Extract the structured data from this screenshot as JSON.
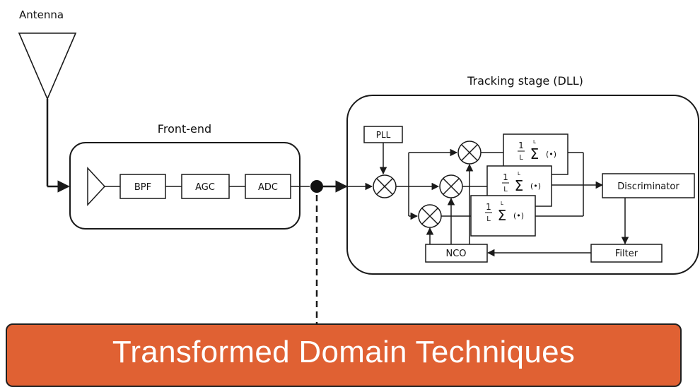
{
  "labels": {
    "antenna": "Antenna",
    "front_end": "Front-end",
    "tracking_stage": "Tracking stage (DLL)"
  },
  "blocks": {
    "bpf": "BPF",
    "agc": "AGC",
    "adc": "ADC",
    "pll": "PLL",
    "nco": "NCO",
    "discriminator": "Discriminator",
    "filter": "Filter"
  },
  "integrator": {
    "numerator": "1",
    "denominator": "L",
    "upper_limit": "L",
    "sigma": "Σ",
    "argument": "(•)"
  },
  "banner": {
    "text": "Transformed Domain Techniques"
  },
  "colors": {
    "banner_fill": "#e06133",
    "stroke": "#1a1a1a"
  }
}
